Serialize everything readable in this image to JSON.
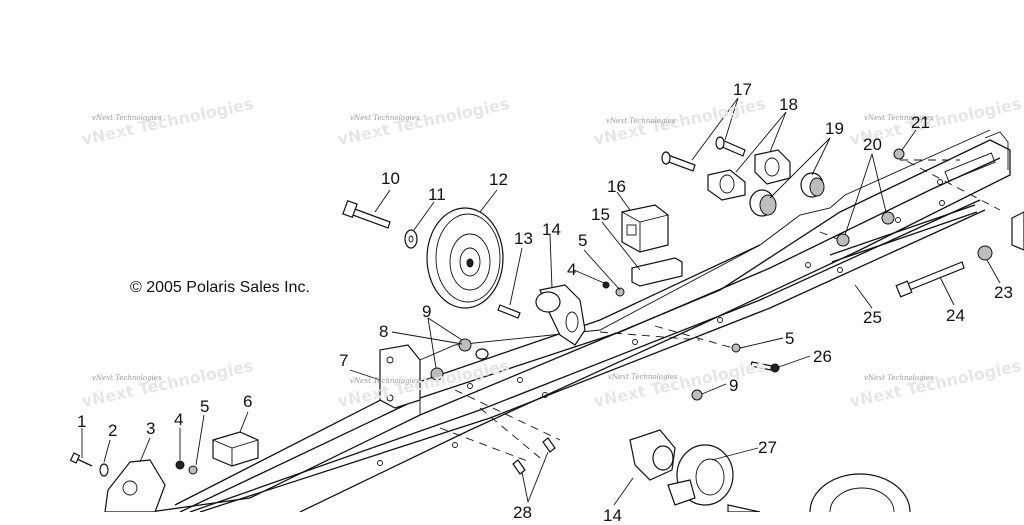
{
  "copyright": "© 2005 Polaris Sales Inc.",
  "watermark": "vNext Technologies",
  "callouts": [
    {
      "id": "1",
      "label": "1"
    },
    {
      "id": "2",
      "label": "2"
    },
    {
      "id": "3",
      "label": "3"
    },
    {
      "id": "4a",
      "label": "4"
    },
    {
      "id": "5a",
      "label": "5"
    },
    {
      "id": "6",
      "label": "6"
    },
    {
      "id": "7",
      "label": "7"
    },
    {
      "id": "8",
      "label": "8"
    },
    {
      "id": "9a",
      "label": "9"
    },
    {
      "id": "10",
      "label": "10"
    },
    {
      "id": "11",
      "label": "11"
    },
    {
      "id": "12",
      "label": "12"
    },
    {
      "id": "13",
      "label": "13"
    },
    {
      "id": "14a",
      "label": "14"
    },
    {
      "id": "4b",
      "label": "4"
    },
    {
      "id": "5b",
      "label": "5"
    },
    {
      "id": "15",
      "label": "15"
    },
    {
      "id": "16",
      "label": "16"
    },
    {
      "id": "17",
      "label": "17"
    },
    {
      "id": "18",
      "label": "18"
    },
    {
      "id": "19",
      "label": "19"
    },
    {
      "id": "20",
      "label": "20"
    },
    {
      "id": "21",
      "label": "21"
    },
    {
      "id": "23",
      "label": "23"
    },
    {
      "id": "24",
      "label": "24"
    },
    {
      "id": "25",
      "label": "25"
    },
    {
      "id": "5c",
      "label": "5"
    },
    {
      "id": "26",
      "label": "26"
    },
    {
      "id": "9b",
      "label": "9"
    },
    {
      "id": "27",
      "label": "27"
    },
    {
      "id": "28",
      "label": "28"
    },
    {
      "id": "14b",
      "label": "14"
    }
  ]
}
